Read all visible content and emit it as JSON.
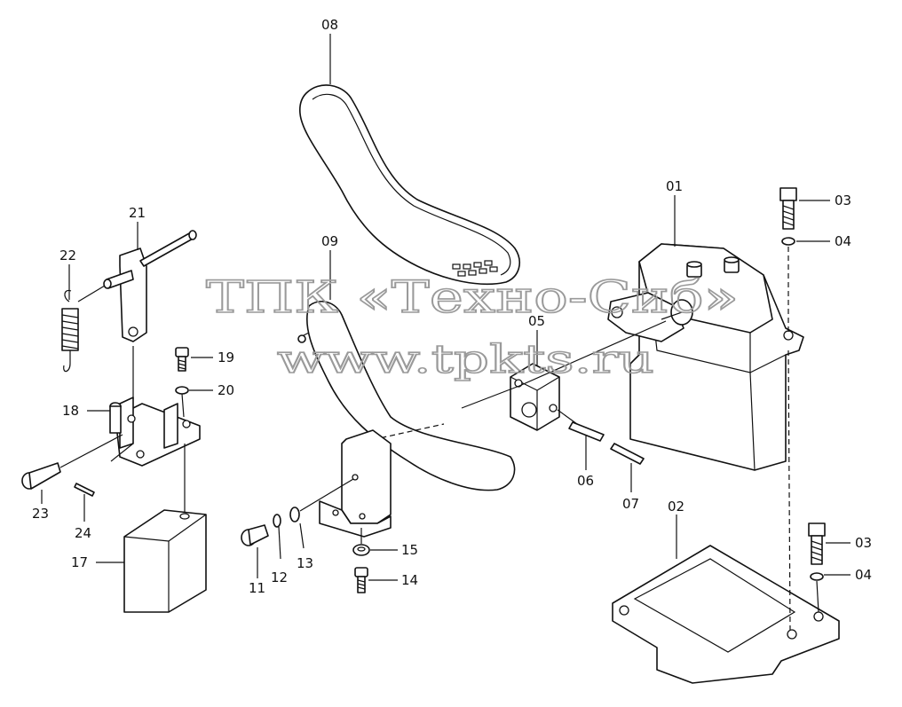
{
  "watermark": {
    "line1": "ТПК «Техно-Сиб»",
    "line2": "www.tpkts.ru"
  },
  "callouts": {
    "c01": "01",
    "c02": "02",
    "c03a": "03",
    "c03b": "03",
    "c04a": "04",
    "c04b": "04",
    "c05": "05",
    "c06": "06",
    "c07": "07",
    "c08": "08",
    "c09": "09",
    "c11": "11",
    "c12": "12",
    "c13": "13",
    "c14": "14",
    "c15": "15",
    "c17": "17",
    "c18": "18",
    "c19": "19",
    "c20": "20",
    "c21": "21",
    "c22": "22",
    "c23": "23",
    "c24": "24"
  },
  "colors": {
    "line": "#111111",
    "watermark": "#9a9a9a",
    "background": "#ffffff"
  }
}
